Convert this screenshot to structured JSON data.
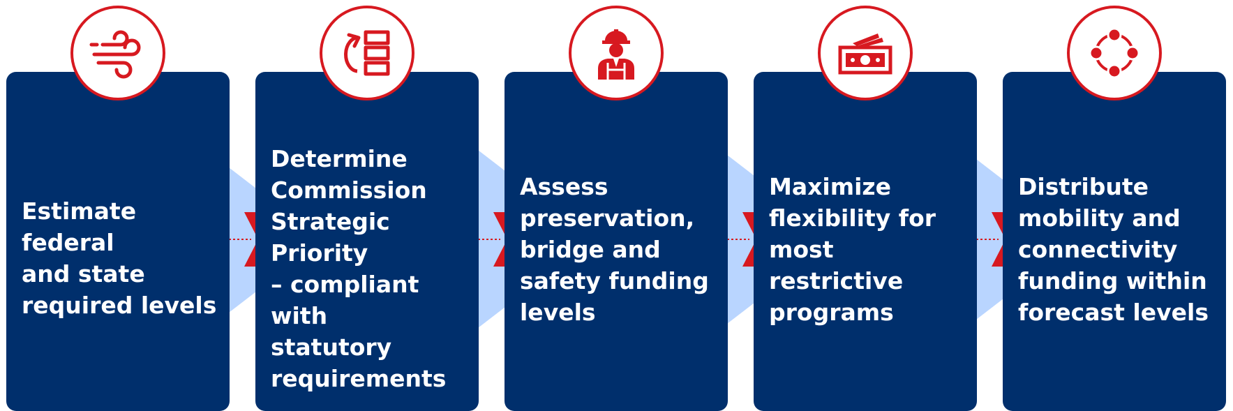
{
  "colors": {
    "box_fill": "#002f6c",
    "accent_red": "#d71920",
    "connector_light_blue": "#b9d5ff",
    "text": "#ffffff"
  },
  "steps": [
    {
      "label": "Estimate federal\nand state\nrequired levels",
      "icon": "wind-icon"
    },
    {
      "label": "Determine\nCommission\nStrategic Priority\n– compliant with\nstatutory\nrequirements",
      "icon": "priority-list-icon"
    },
    {
      "label": "Assess\npreservation,\nbridge and\nsafety funding\nlevels",
      "icon": "construction-worker-icon"
    },
    {
      "label": "Maximize\nflexibility for\nmost restrictive\nprograms",
      "icon": "money-icon"
    },
    {
      "label": "Distribute\nmobility and\nconnectivity\nfunding within\nforecast levels",
      "icon": "connectivity-cycle-icon"
    }
  ]
}
